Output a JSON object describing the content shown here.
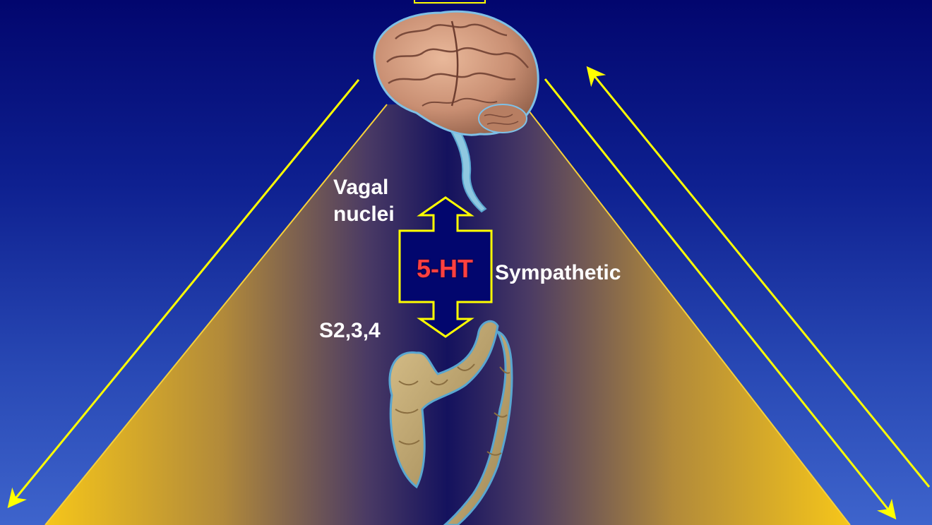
{
  "labels": {
    "vagal_line1": "Vagal",
    "vagal_line2": "nuclei",
    "mediator": "5-HT",
    "sympathetic": "Sympathetic",
    "sacral": "S2,3,4"
  },
  "colors": {
    "background_top": "#02066e",
    "background_bottom": "#3e64cc",
    "pyramid_gold": "#f6c61a",
    "pyramid_center": "#14125e",
    "arrow_yellow": "#ffff00",
    "mediator_text": "#ff4040",
    "label_text": "#ffffff"
  },
  "icons": [
    "brain-icon",
    "brainstem-icon",
    "colon-icon",
    "double-headed-arrow-icon",
    "diagonal-arrow-icon"
  ]
}
